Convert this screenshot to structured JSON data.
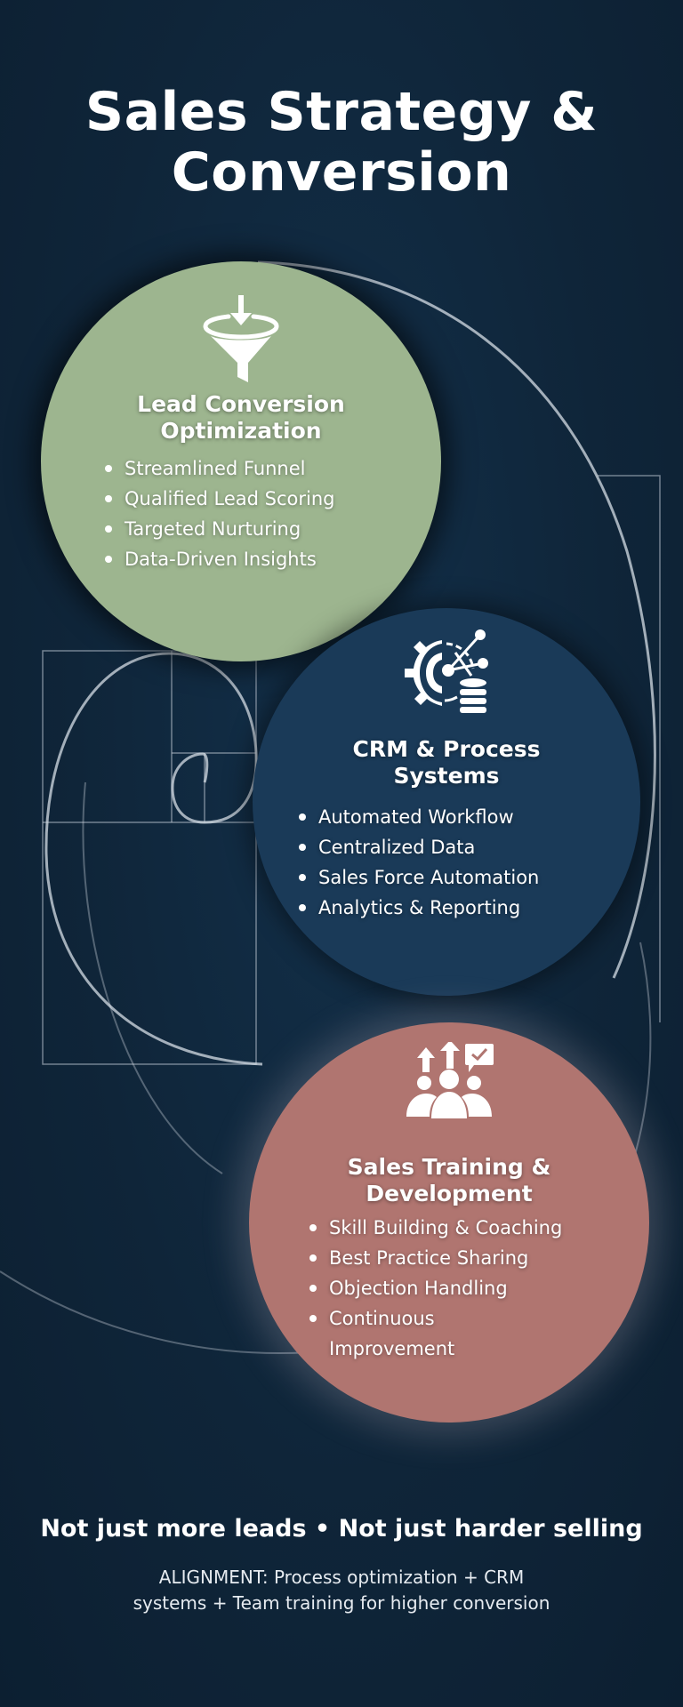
{
  "title": {
    "line1": "Sales Strategy &",
    "line2": "Conversion"
  },
  "colors": {
    "background": "#0f2539",
    "green_circle": "#9db58f",
    "blue_circle": "#1a3a58",
    "red_circle": "#b07570",
    "text": "#ffffff"
  },
  "sections": [
    {
      "icon": "funnel-icon",
      "title_line1": "Lead Conversion",
      "title_line2": "Optimization",
      "items": [
        "Streamlined Funnel",
        "Qualified Lead Scoring",
        "Targeted Nurturing",
        "Data-Driven Insights"
      ]
    },
    {
      "icon": "gear-network-database-icon",
      "title_line1": "CRM & Process",
      "title_line2": "Systems",
      "items": [
        "Automated Workflow",
        "Centralized Data",
        "Sales Force Automation",
        "Analytics & Reporting"
      ]
    },
    {
      "icon": "team-growth-icon",
      "title_line1": "Sales Training &",
      "title_line2": "Development",
      "items": [
        "Skill Building & Coaching",
        "Best Practice Sharing",
        "Objection Handling",
        "Continuous Improvement"
      ]
    }
  ],
  "footer": {
    "tagline": "Not just more leads • Not just harder selling",
    "alignment_line1": "ALIGNMENT: Process optimization + CRM",
    "alignment_line2": "systems + Team training for higher conversion"
  }
}
